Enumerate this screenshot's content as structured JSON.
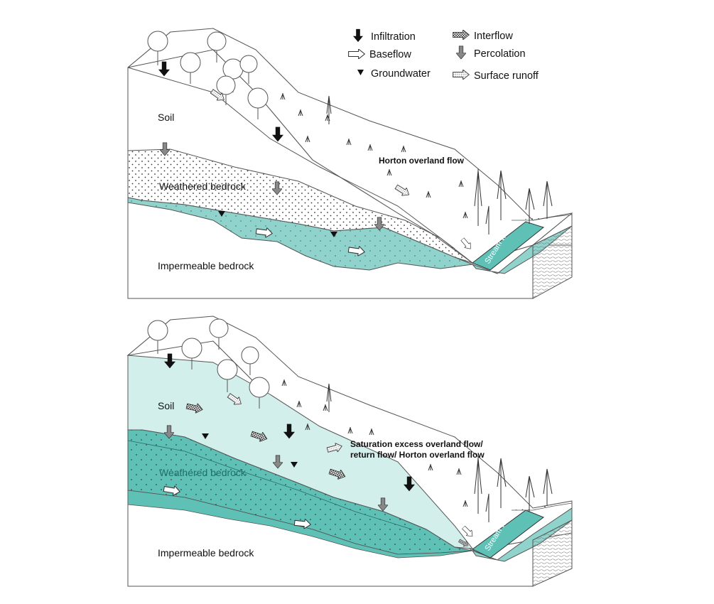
{
  "legend": {
    "infiltration": "Infiltration",
    "baseflow": "Baseflow",
    "groundwater": "Groundwater",
    "interflow": "Interflow",
    "percolation": "Percolation",
    "surface_runoff": "Surface runoff"
  },
  "top_panel": {
    "soil": "Soil",
    "weathered_bedrock": "Weathered bedrock",
    "impermeable_bedrock": "Impermeable bedrock",
    "overland_flow": "Horton overland flow",
    "stream": "Stream water"
  },
  "bottom_panel": {
    "soil": "Soil",
    "weathered_bedrock": "Weathered bedrock",
    "impermeable_bedrock": "Impermeable bedrock",
    "overland_flow_line1": "Saturation excess overland flow/",
    "overland_flow_line2": "return flow/ Horton overland flow",
    "stream": "Stream water"
  },
  "colors": {
    "groundwater_fill": "#8fd3cc",
    "saturated_soil_fill": "#d2efec",
    "saturated_bedrock_fill": "#5fc1b6",
    "outline": "#555555"
  }
}
